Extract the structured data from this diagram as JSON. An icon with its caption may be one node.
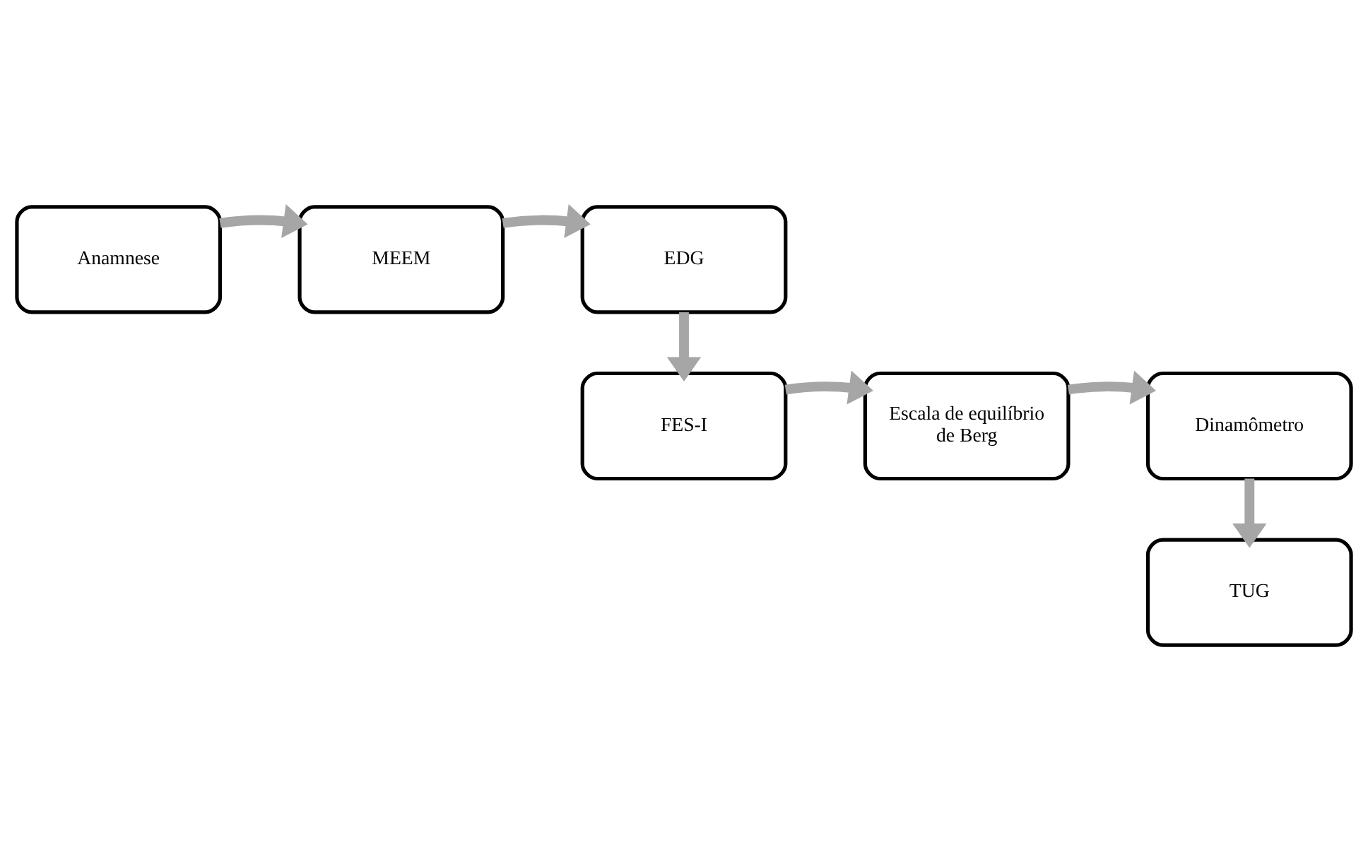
{
  "diagram": {
    "nodes": [
      {
        "text": [
          "Anamnese"
        ]
      },
      {
        "text": [
          "MEEM"
        ]
      },
      {
        "text": [
          "EDG"
        ]
      },
      {
        "text": [
          "FES-I"
        ]
      },
      {
        "text": [
          "Escala de equilíbrio de Berg"
        ]
      },
      {
        "text": [
          "Dinamômetro"
        ]
      },
      {
        "text": [
          "TUG"
        ]
      }
    ],
    "edges": [
      {
        "from": 0,
        "to": 1,
        "arrow": "to"
      },
      {
        "from": 1,
        "to": 2,
        "arrow": "to"
      },
      {
        "from": 2,
        "to": 3,
        "arrow": "to"
      },
      {
        "from": 3,
        "to": 4,
        "arrow": "to"
      },
      {
        "from": 4,
        "to": 5,
        "arrow": "to"
      },
      {
        "from": 5,
        "to": 6,
        "arrow": "to"
      }
    ]
  }
}
